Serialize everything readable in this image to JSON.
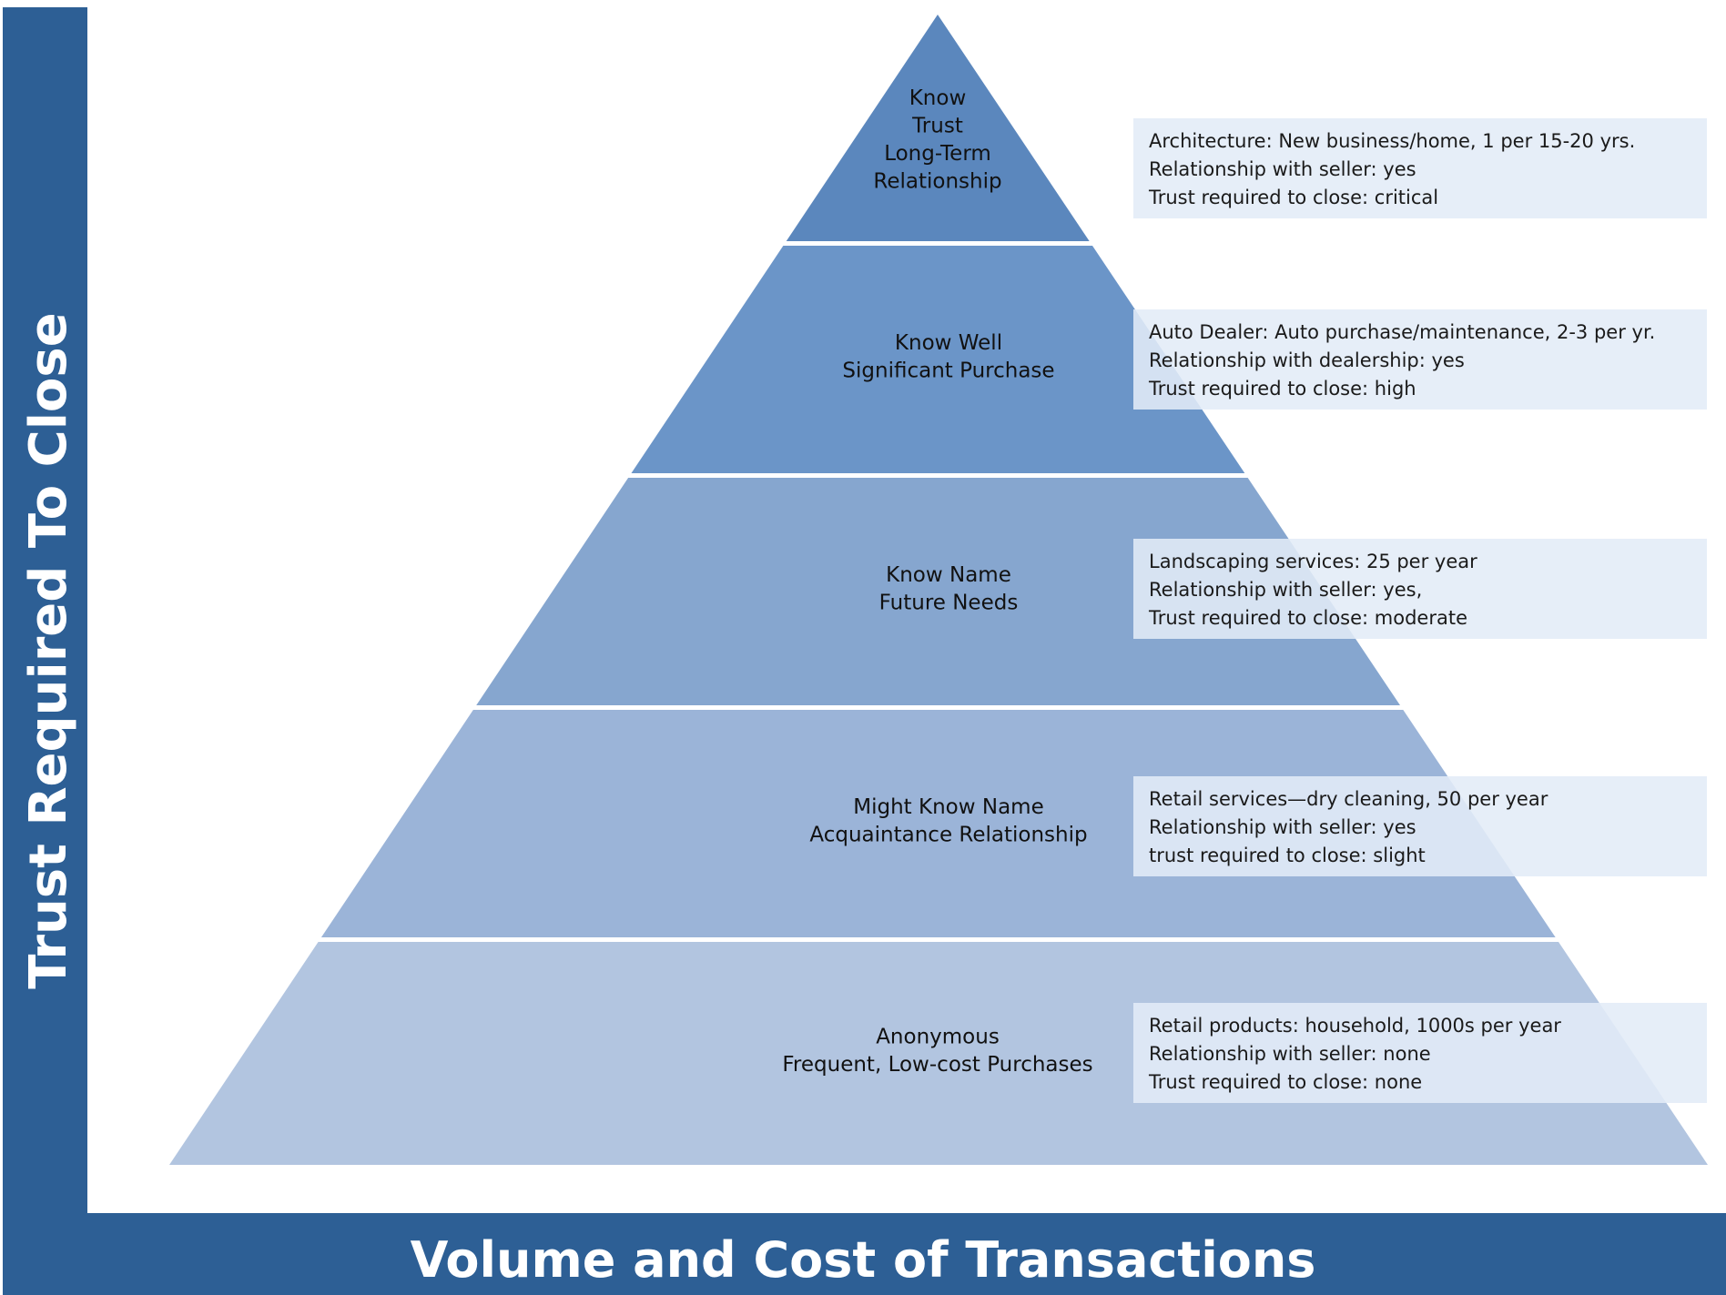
{
  "axes": {
    "y_title": "Trust Required To Close",
    "x_title": "Volume and Cost of Transactions"
  },
  "colors": {
    "axis_bar": "#2d5f95",
    "tiers": [
      "#5b87bd",
      "#6b95c8",
      "#86a6cf",
      "#9bb4d8",
      "#b2c5e0"
    ],
    "info_box": "#e3ecf7"
  },
  "tiers": [
    {
      "label_lines": [
        "Know",
        "Trust",
        "Long-Term",
        "Relationship"
      ],
      "info_lines": [
        "Architecture: New business/home, 1 per 15-20 yrs.",
        "Relationship with seller: yes",
        "Trust required to close: critical"
      ]
    },
    {
      "label_lines": [
        "Know Well",
        "Significant Purchase"
      ],
      "info_lines": [
        "Auto Dealer: Auto purchase/maintenance, 2-3 per yr.",
        "Relationship with dealership: yes",
        "Trust required to close: high"
      ]
    },
    {
      "label_lines": [
        "Know Name",
        "Future Needs"
      ],
      "info_lines": [
        "Landscaping services: 25 per year",
        "Relationship with seller: yes,",
        "Trust required to close: moderate"
      ]
    },
    {
      "label_lines": [
        "Might Know Name",
        "Acquaintance Relationship"
      ],
      "info_lines": [
        "Retail services—dry cleaning, 50 per year",
        "Relationship with seller: yes",
        "trust required to close: slight"
      ]
    },
    {
      "label_lines": [
        "Anonymous",
        "Frequent, Low-cost Purchases"
      ],
      "info_lines": [
        "Retail products: household, 1000s per year",
        "Relationship with seller: none",
        "Trust required to close: none"
      ]
    }
  ]
}
